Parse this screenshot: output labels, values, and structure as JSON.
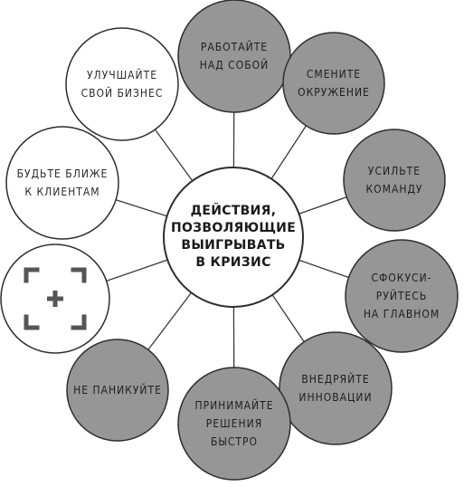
{
  "diagram": {
    "center": [
      "ДЕЙСТВИЯ,",
      "ПОЗВОЛЯЮЩИЕ",
      "ВЫИГРЫВАТЬ",
      "В КРИЗИС"
    ],
    "nodes": [
      {
        "id": "work-on-self",
        "lines": [
          "РАБОТАЙТЕ",
          "НАД СОБОЙ"
        ],
        "fill": "gray"
      },
      {
        "id": "change-surroundings",
        "lines": [
          "СМЕНИТЕ",
          "ОКРУЖЕНИЕ"
        ],
        "fill": "gray"
      },
      {
        "id": "strengthen-team",
        "lines": [
          "УСИЛЬТЕ",
          "КОМАНДУ"
        ],
        "fill": "gray"
      },
      {
        "id": "focus-on-main",
        "lines": [
          "СФОКУСИ-",
          "РУЙТЕСЬ",
          "НА ГЛАВНОМ"
        ],
        "fill": "gray"
      },
      {
        "id": "introduce-innovations",
        "lines": [
          "ВНЕДРЯЙТЕ",
          "ИННОВАЦИИ"
        ],
        "fill": "gray"
      },
      {
        "id": "decide-quickly",
        "lines": [
          "ПРИНИМАЙТЕ",
          "РЕШЕНИЯ",
          "БЫСТРО"
        ],
        "fill": "gray"
      },
      {
        "id": "dont-panic",
        "lines": [
          "НЕ ПАНИКУЙТЕ"
        ],
        "fill": "gray"
      },
      {
        "id": "add-your-own",
        "lines": [],
        "fill": "white",
        "icon": "plus-frame-icon"
      },
      {
        "id": "closer-to-clients",
        "lines": [
          "БУДЬТЕ БЛИЖЕ",
          "К КЛИЕНТАМ"
        ],
        "fill": "white"
      },
      {
        "id": "improve-business",
        "lines": [
          "УЛУЧШАЙТЕ",
          "СВОЙ БИЗНЕС"
        ],
        "fill": "white"
      }
    ],
    "colors": {
      "gray_fill": "#969696",
      "white_fill": "#ffffff",
      "stroke": "#2e2e2e",
      "connector": "#3a3a3a"
    }
  }
}
